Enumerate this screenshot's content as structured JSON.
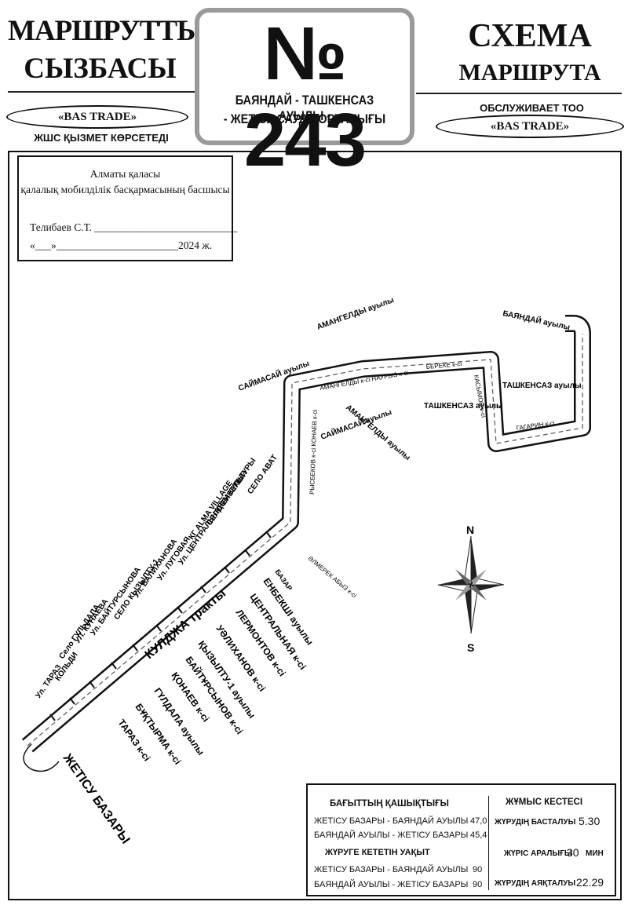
{
  "header": {
    "left_title_line1": "МАРШРУТТЫҢ",
    "left_title_line2": "СЫЗБАСЫ",
    "right_title_line1": "СХЕМА",
    "right_title_line2": "МАРШРУТА",
    "route_number": "№ 243",
    "route_name_line1": "БАЯНДАЙ - ТАШКЕНСАЗ АУЫЛЫ -",
    "route_name_line2": "- ЖЕТІСУ САУДА ОРТАЛЫҒЫ",
    "left_company": "«BAS TRADE»",
    "left_service": "ЖШС ҚЫЗМЕТ КӨРСЕТЕДІ",
    "right_service": "ОБСЛУЖИВАЕТ ТОО",
    "right_company": "«BAS TRADE»"
  },
  "approval": {
    "line1": "Алматы қаласы",
    "line2": "қалалық мобилділік басқармасының басшысы",
    "line3": "Телибаев С.Т. ___________________________",
    "line4": "«___»_______________________2024 ж."
  },
  "compass": {
    "north": "N",
    "south": "S"
  },
  "map": {
    "stops_top": [
      "БАЯНДАЙ ауылы",
      "АМАНГЕЛДЫ ауылы",
      "САЙМАСАЙ ауылы",
      "ТАШКЕНСАЗ ауылы",
      "ТАШКЕНСАЗ ауылы",
      "АМАНГЕЛДЫ ауылы",
      "САЙМАСАЙ ауылы"
    ],
    "streets_top": [
      "АМАНГЕЛДЫ к-сі НАУРЫЗ к-сі",
      "БЕРЕКЕ к-сі",
      "КАСЫМОВ к-сі",
      "ГАГАРИН к-сі",
      "РЫСБЕКОВ к-сі КОНАЕВ к-сі",
      "ӘЛМЕРЕК АБЫЗ к-сі"
    ],
    "highway": "КУЛДЖА тракты",
    "terminal": "ЖЕТІСУ БАЗАРЫ",
    "stops_left": [
      "Ул. ТАРАЗ",
      "КОЛЬДИ",
      "Село ГУЛЬДАЛА",
      "УЛ. КУНАЕВА",
      "Ул. БАЙТУРСЫНОВА",
      "СЕЛО КЫЗЫЛТУ-1",
      "Ул. ВАЛИХАНОВА",
      "Ул. ЛУГОВАЯ",
      "Ул. ЦЕНТРАЛЬНАЯ",
      "КГ ALMA VILLAGE",
      "СЕЛО ЕНБЕКШИ",
      "ДОМ КУЛЬТУРЫ",
      "СЕЛО АВАТ"
    ],
    "stops_right": [
      "БАЗАР",
      "ЕНБЕКШІ ауылы",
      "ЦЕНТРАЛЬНАЯ к-сі",
      "ЛЕРМОНТОВ к-сі",
      "УӘЛИХАНОВ к-сі",
      "ҚЫЗЫЛТУ-1 ауылы",
      "БАЙТҰРСЫНОВ к-сі",
      "ҚОНАЕВ к-сі",
      "ГҮЛДАЛА ауылы",
      "БҰҚТЫРМА к-сі",
      "ТАРАЗ к-сі"
    ]
  },
  "info": {
    "distance_title": "БАҒЫТТЫҢ ҚАШЫҚТЫҒЫ",
    "distance_rows": [
      {
        "label": "ЖЕТІСУ БАЗАРЫ - БАЯНДАЙ АУЫЛЫ",
        "value": "47,0"
      },
      {
        "label": "БАЯНДАЙ АУЫЛЫ - ЖЕТІСУ БАЗАРЫ",
        "value": "45,4"
      }
    ],
    "time_title": "ЖҮРУГЕ КЕТЕТІН УАҚЫТ",
    "time_rows": [
      {
        "label": "ЖЕТІСУ БАЗАРЫ - БАЯНДАЙ АУЫЛЫ",
        "value": "90"
      },
      {
        "label": "БАЯНДАЙ АУЫЛЫ - ЖЕТІСУ БАЗАРЫ",
        "value": "90"
      }
    ],
    "schedule_title": "ЖҰМЫС КЕСТЕСІ",
    "start_label": "ЖҮРУДІҢ БАСТАЛУЫ",
    "start_value": "5.30",
    "interval_label": "ЖҮРІС АРАЛЫҒЫ",
    "interval_value": "30",
    "interval_unit": "МИН",
    "end_label": "ЖҮРУДІҢ АЯҚТАЛУЫ",
    "end_value": "22.29"
  }
}
